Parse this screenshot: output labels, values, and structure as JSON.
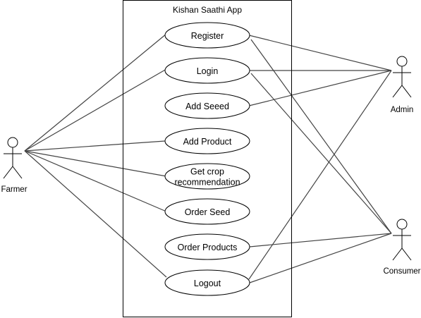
{
  "system": {
    "title": "Kishan Saathi App"
  },
  "actors": [
    {
      "id": "farmer",
      "label": "Farmer"
    },
    {
      "id": "admin",
      "label": "Admin"
    },
    {
      "id": "consumer",
      "label": "Consumer"
    }
  ],
  "use_cases": [
    {
      "id": "register",
      "lines": [
        "Register"
      ]
    },
    {
      "id": "login",
      "lines": [
        "Login"
      ]
    },
    {
      "id": "add-seed",
      "lines": [
        "Add Seeed"
      ]
    },
    {
      "id": "add-product",
      "lines": [
        "Add Product"
      ]
    },
    {
      "id": "get-crop-recommendation",
      "lines": [
        "Get crop",
        "recommendation"
      ]
    },
    {
      "id": "order-seed",
      "lines": [
        "Order Seed"
      ]
    },
    {
      "id": "order-products",
      "lines": [
        "Order Products"
      ]
    },
    {
      "id": "logout",
      "lines": [
        "Logout"
      ]
    }
  ],
  "associations": [
    {
      "actor": "farmer",
      "use_case": "register"
    },
    {
      "actor": "farmer",
      "use_case": "login"
    },
    {
      "actor": "farmer",
      "use_case": "add-product"
    },
    {
      "actor": "farmer",
      "use_case": "get-crop-recommendation"
    },
    {
      "actor": "farmer",
      "use_case": "order-seed"
    },
    {
      "actor": "farmer",
      "use_case": "logout"
    },
    {
      "actor": "admin",
      "use_case": "register"
    },
    {
      "actor": "admin",
      "use_case": "login"
    },
    {
      "actor": "admin",
      "use_case": "add-seed"
    },
    {
      "actor": "admin",
      "use_case": "logout"
    },
    {
      "actor": "consumer",
      "use_case": "register"
    },
    {
      "actor": "consumer",
      "use_case": "login"
    },
    {
      "actor": "consumer",
      "use_case": "order-products"
    },
    {
      "actor": "consumer",
      "use_case": "logout"
    }
  ],
  "colors": {
    "stroke": "#000000",
    "association": "#444444",
    "fill": "#ffffff"
  }
}
